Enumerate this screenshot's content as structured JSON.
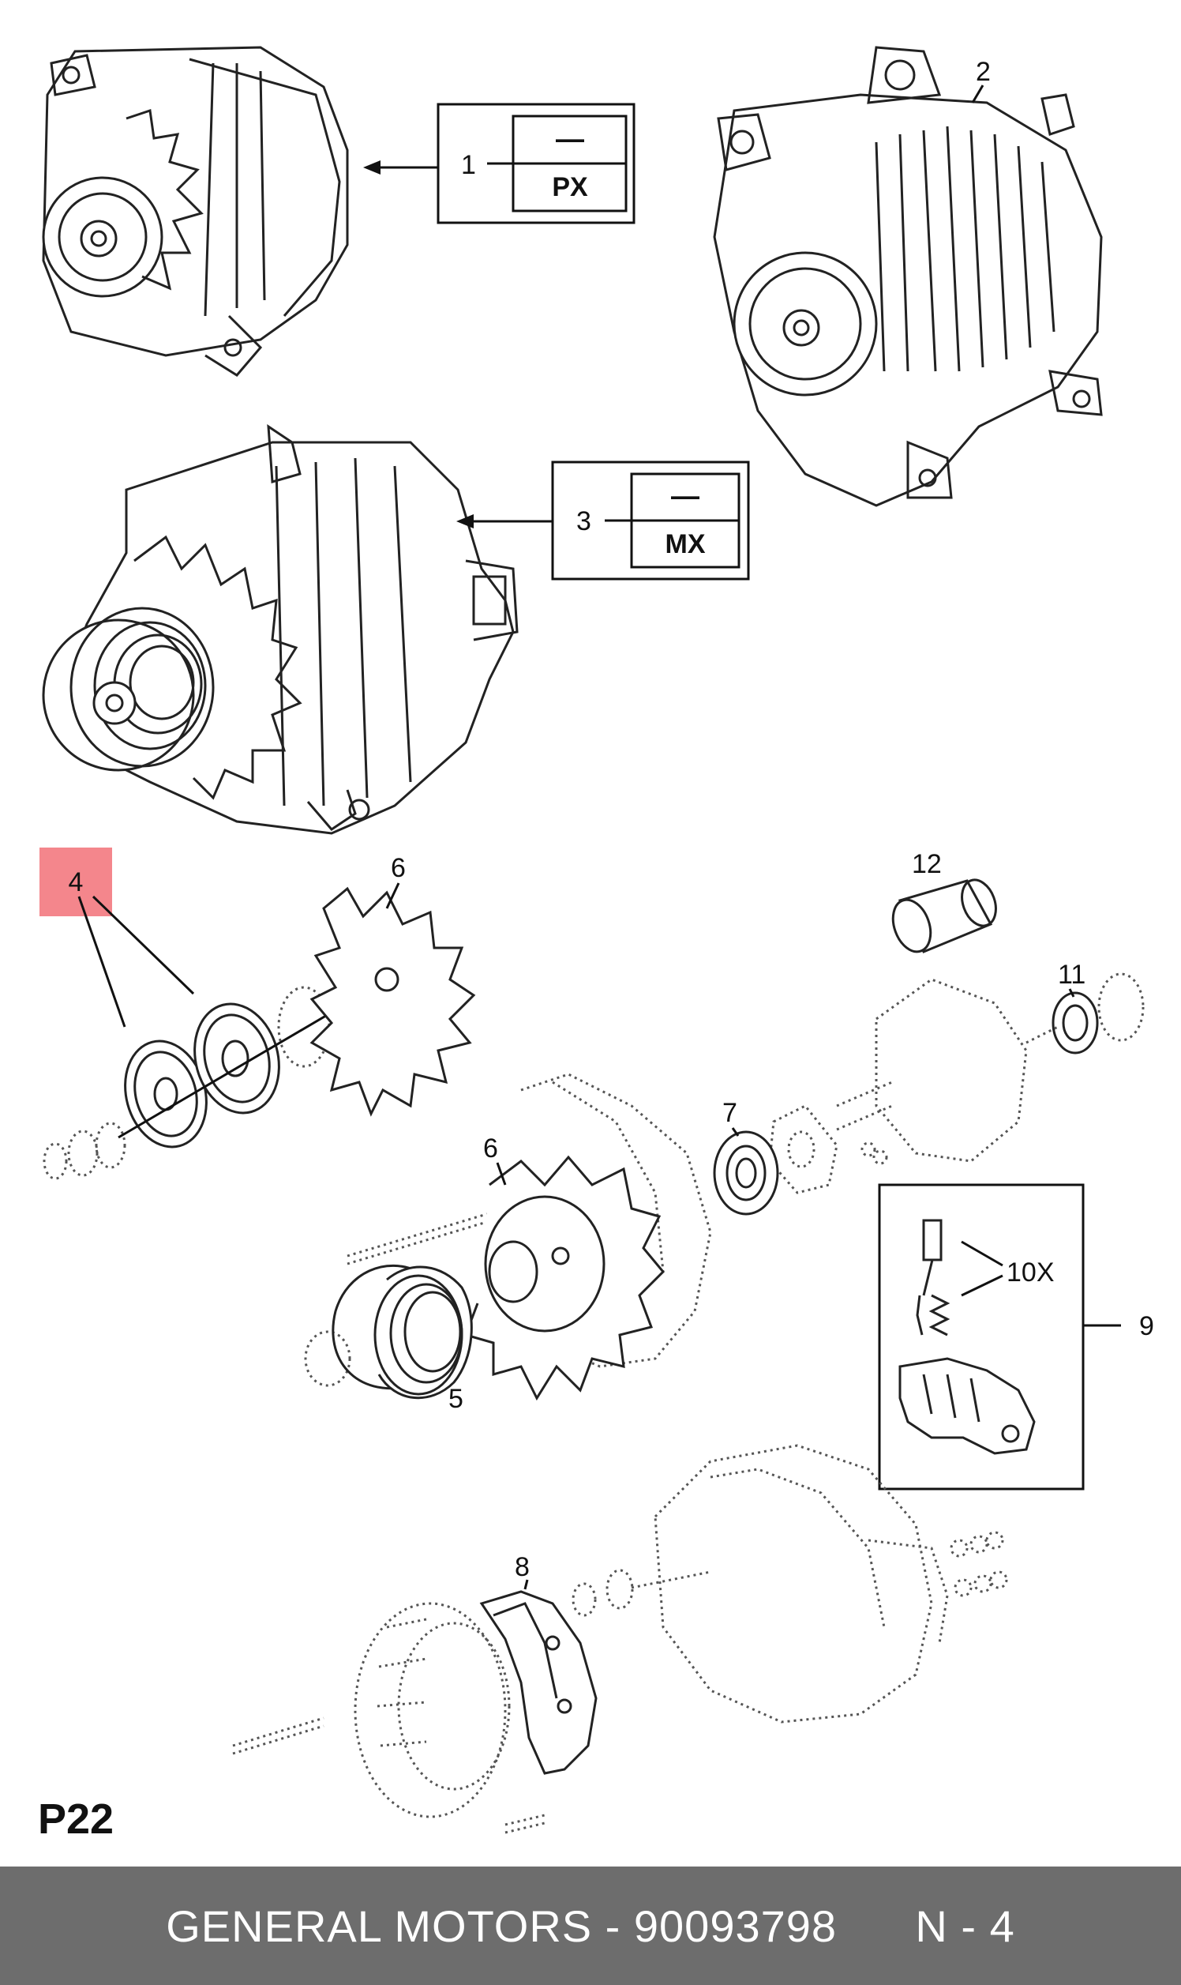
{
  "callouts": {
    "c1": "1",
    "c2": "2",
    "c3": "3",
    "c4": "4",
    "c5": "5",
    "c6a": "6",
    "c6b": "6",
    "c7": "7",
    "c8": "8",
    "c9": "9",
    "c10x": "10X",
    "c11": "11",
    "c12": "12"
  },
  "variant_boxes": {
    "box1": {
      "top": "—",
      "bottom": "PX"
    },
    "box3": {
      "top": "—",
      "bottom": "MX"
    }
  },
  "highlight": {
    "callout": "4",
    "color": "#f4868c"
  },
  "page_code": "P22",
  "footer": {
    "brand": "GENERAL MOTORS",
    "separator": "-",
    "part_number": "90093798",
    "page": "N - 4"
  },
  "colors": {
    "footer_bg": "#6d6d6d",
    "footer_text": "#ffffff"
  }
}
